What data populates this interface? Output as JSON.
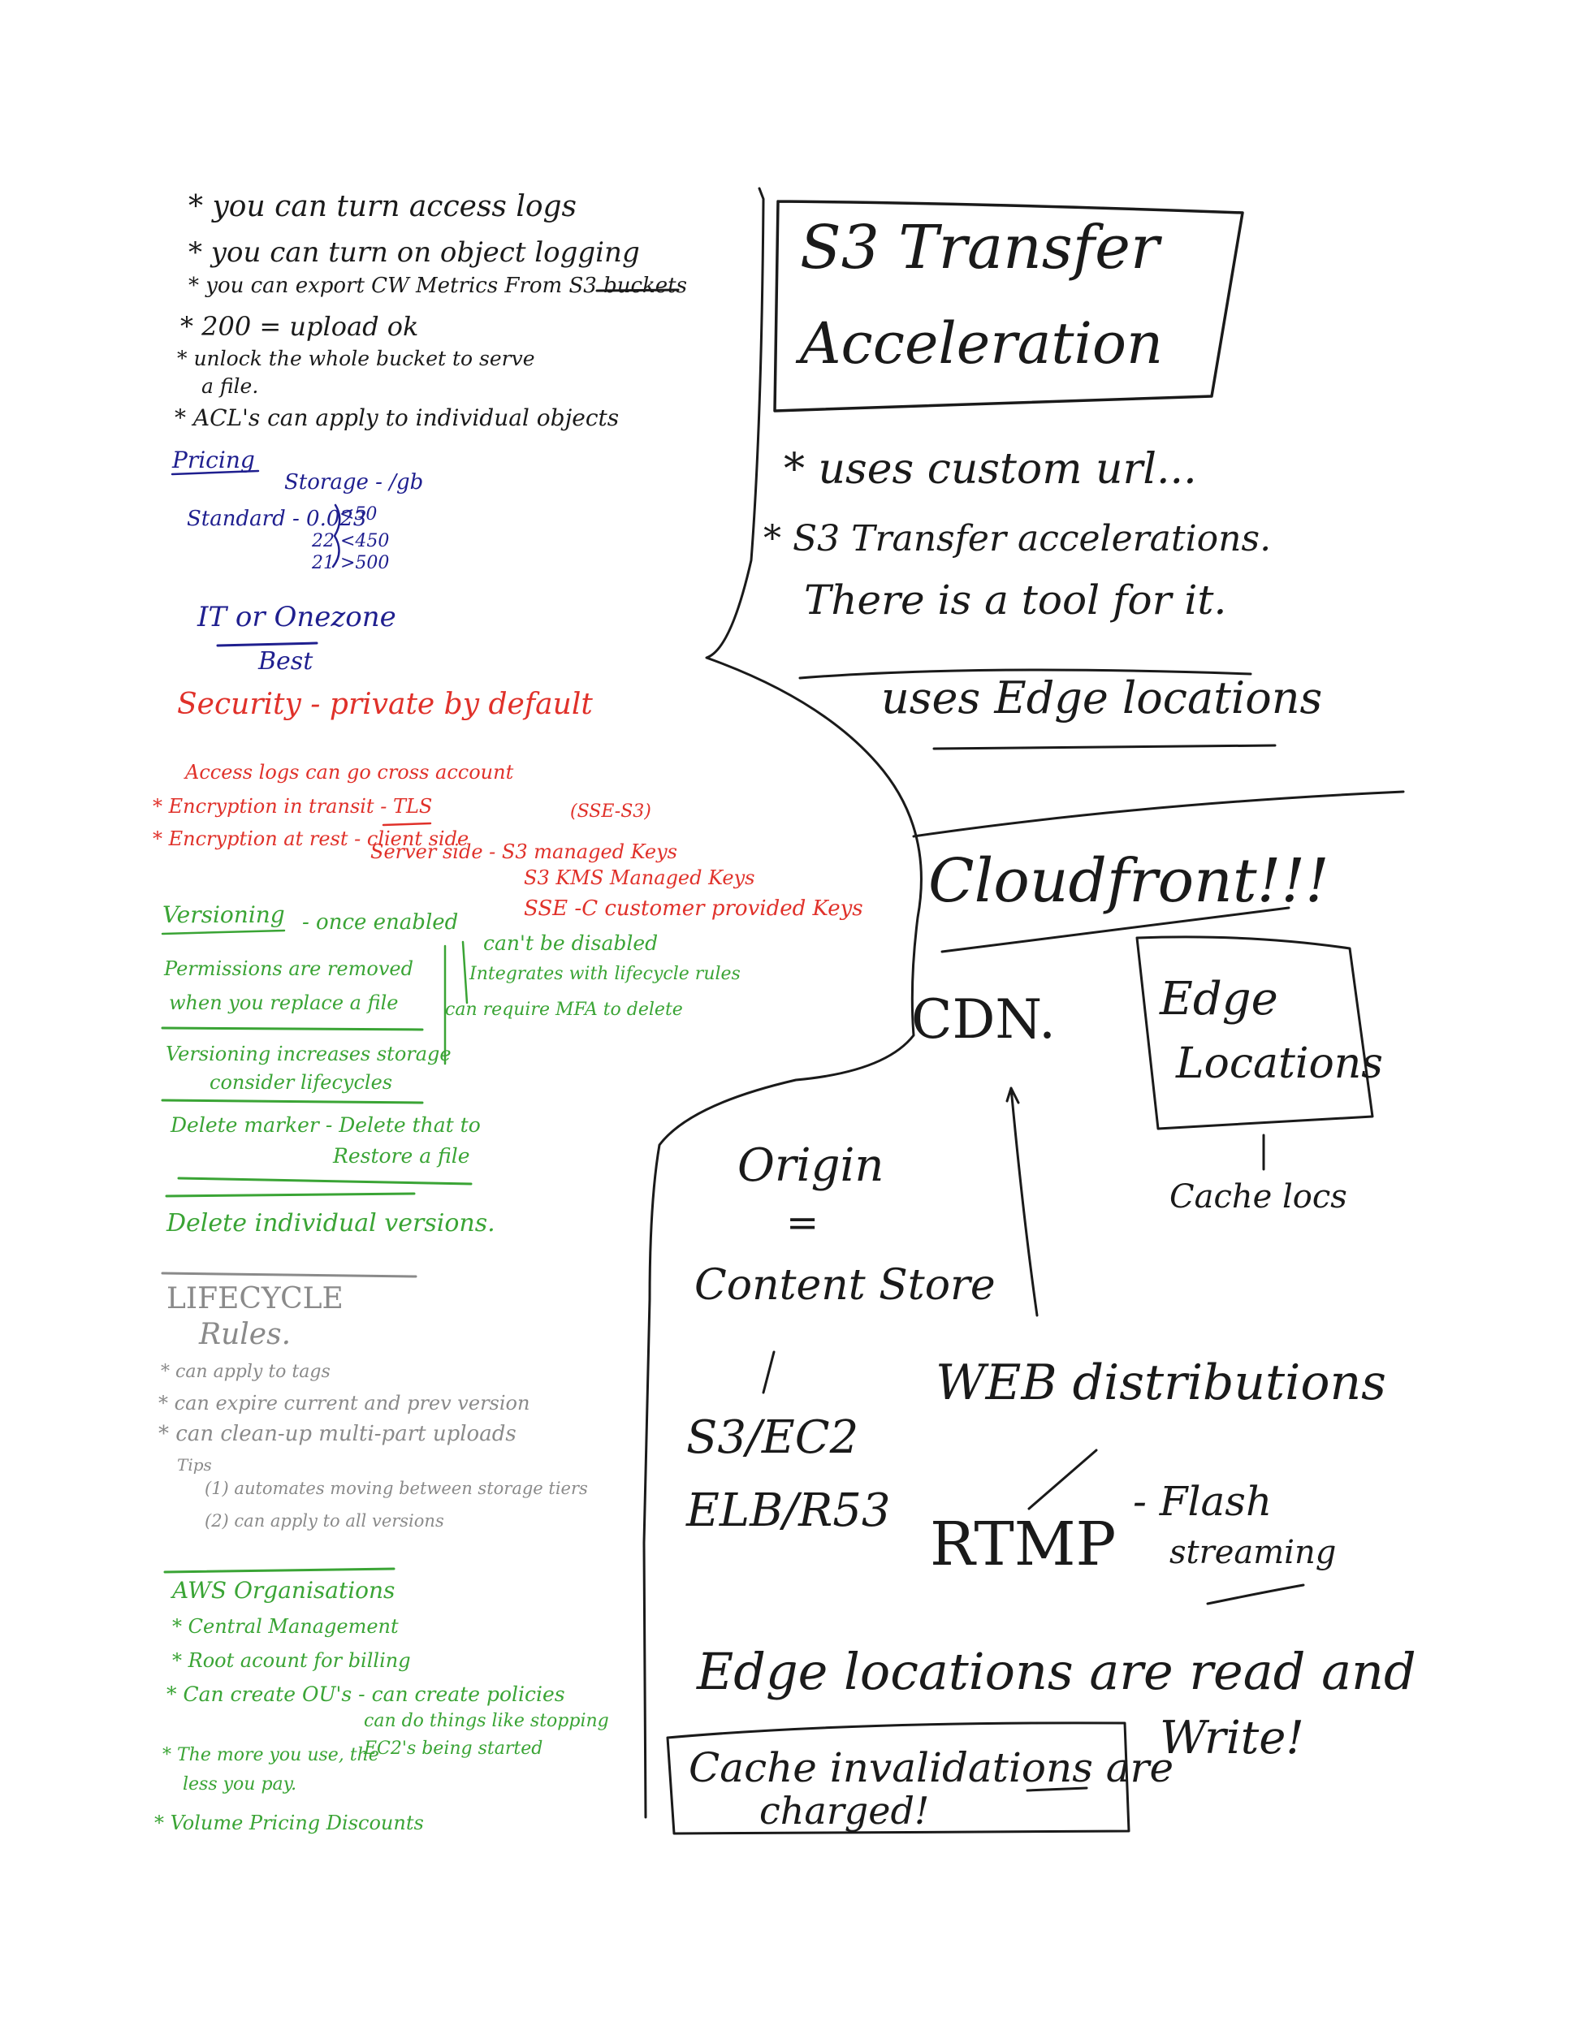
{
  "colors": {
    "black_ink": "#1a1a1a",
    "blue_ink": "#1f1f8f",
    "red_ink": "#e0312a",
    "green_ink": "#3aa435",
    "gray_ink": "#8a8a8a"
  },
  "s3_notes": {
    "black": [
      "* you can turn access logs",
      "* you can turn on object logging",
      "* you can export CW Metrics From S3 buckets",
      "* 200 = upload ok",
      "* unlock the whole bucket to serve",
      "a file.",
      "* ACL's can apply to individual objects"
    ],
    "pricing": {
      "heading": "Pricing",
      "storage_label": "Storage - /gb",
      "standard_label": "Standard - 0.023",
      "tiers": [
        "<50",
        "22 <450",
        "21 >500"
      ]
    },
    "ia": {
      "line1": "IT or Onezone",
      "line2": "Best"
    },
    "security": {
      "heading": "Security - private by default",
      "items": [
        "Access logs can go cross account",
        "* Encryption in transit - TLS",
        "* Encryption at rest - client side",
        "(SSE-S3)",
        "Server side - S3 managed Keys",
        "S3 KMS Managed Keys",
        "SSE -C customer provided Keys"
      ]
    },
    "versioning": {
      "heading": "Versioning",
      "once_enabled": "- once enabled",
      "cant_disable": "can't be disabled",
      "integrates": "Integrates with lifecycle rules",
      "mfa": "can require MFA to delete",
      "perm1": "Permissions are removed",
      "perm2": "when you replace a file",
      "inc1": "Versioning increases storage",
      "inc2": "consider lifecycles",
      "del1": "Delete marker - Delete that to",
      "del2": "Restore a file",
      "del_ind": "Delete individual versions."
    },
    "lifecycle": {
      "heading1": "LIFECYCLE",
      "heading2": "Rules.",
      "items": [
        "* can apply to tags",
        "* can expire current and prev version",
        "* can clean-up multi-part uploads"
      ],
      "tips_label": "Tips",
      "tips": [
        "(1) automates moving between storage tiers",
        "(2) can apply to all versions"
      ]
    },
    "organisations": {
      "heading": "AWS Organisations",
      "items": [
        "* Central Management",
        "* Root acount for billing",
        "* Can create OU's - can create policies",
        "can do things like stopping",
        "EC2's being started",
        "* The more you use, the",
        "less you pay.",
        "* Volume Pricing Discounts"
      ]
    }
  },
  "transfer_accel": {
    "title1": "S3 Transfer",
    "title2": "Acceleration",
    "items": [
      "* uses custom url...",
      "* S3 Transfer accelerations.",
      "There is a tool for it.",
      "uses Edge locations"
    ]
  },
  "cloudfront": {
    "title": "Cloudfront!!!",
    "cdn": "CDN.",
    "edge_box1": "Edge",
    "edge_box2": "Locations",
    "cache_locs": "Cache locs",
    "origin1": "Origin",
    "origin_eq": "=",
    "origin2": "Content Store",
    "s3ec2": "S3/EC2",
    "elb": "ELB/R53",
    "web": "WEB distributions",
    "rtmp": "RTMP",
    "flash1": "- Flash",
    "flash2": "streaming",
    "edge_rw1": "Edge locations are read and",
    "edge_rw2": "Write!",
    "cache_inv1": "Cache invalidations are",
    "cache_inv2": "charged!"
  }
}
